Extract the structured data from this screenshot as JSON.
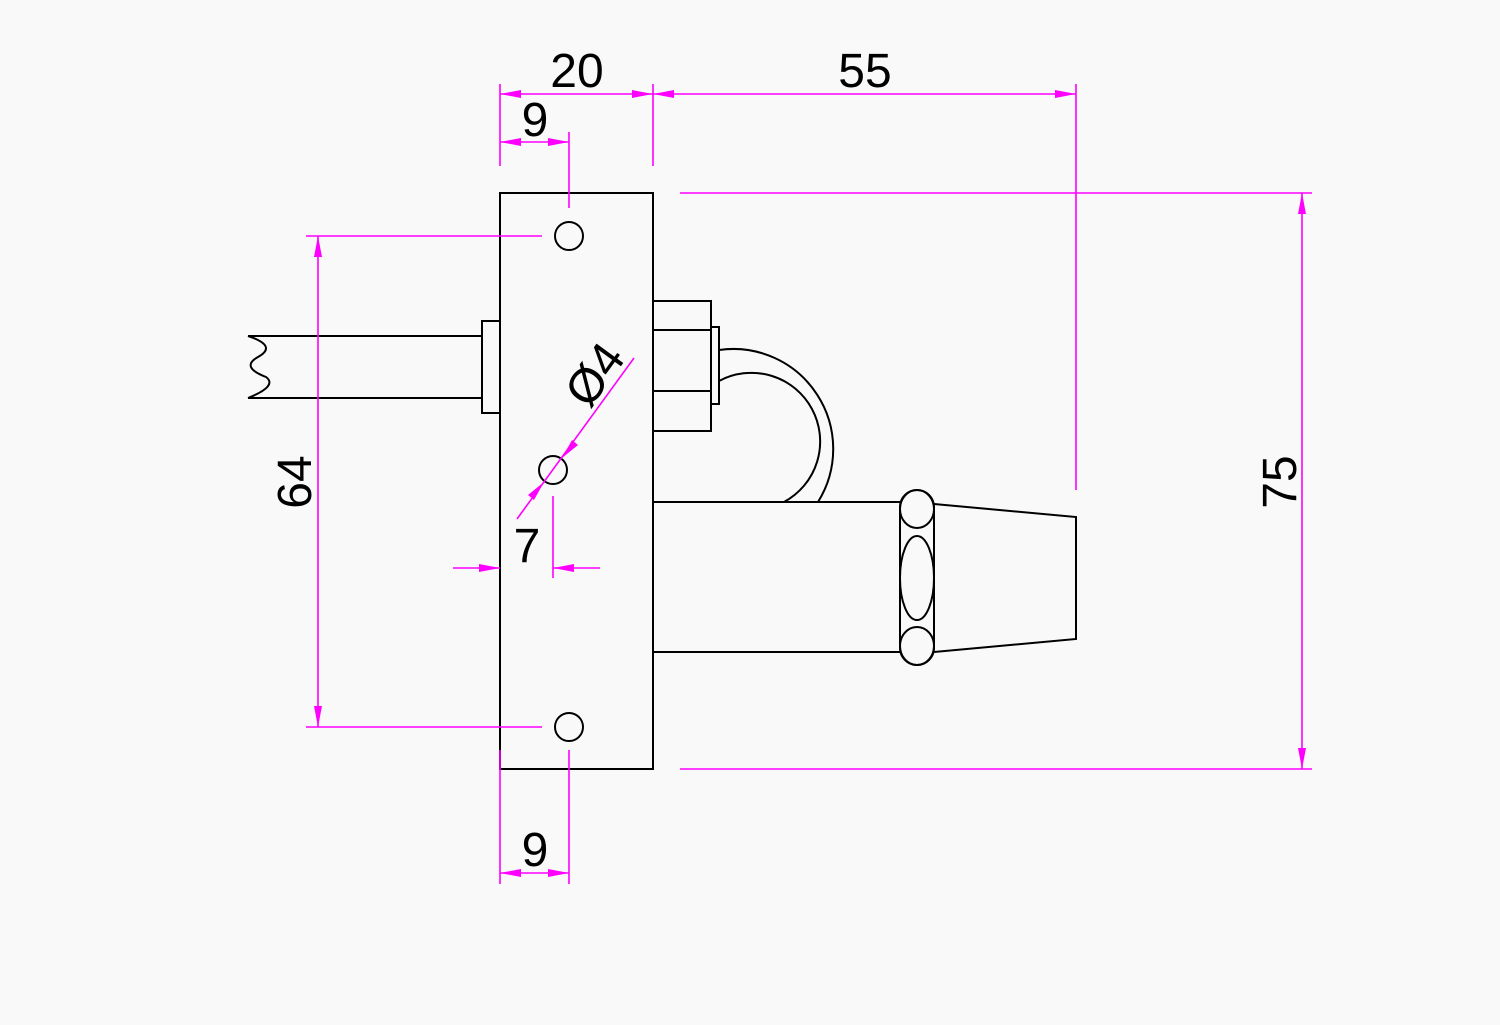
{
  "colors": {
    "background": "#f9f9f9",
    "part_line": "#000000",
    "dimension_line": "#ff00ff",
    "dimension_text": "#000000"
  },
  "dimensions": {
    "width_overall": "20",
    "nozzle_length": "55",
    "hole_offset_top": "9",
    "hole_offset_bottom": "9",
    "hole_spacing": "64",
    "height_overall": "75",
    "hole_diameter": "Ø4",
    "center_hole_offset": "7"
  }
}
